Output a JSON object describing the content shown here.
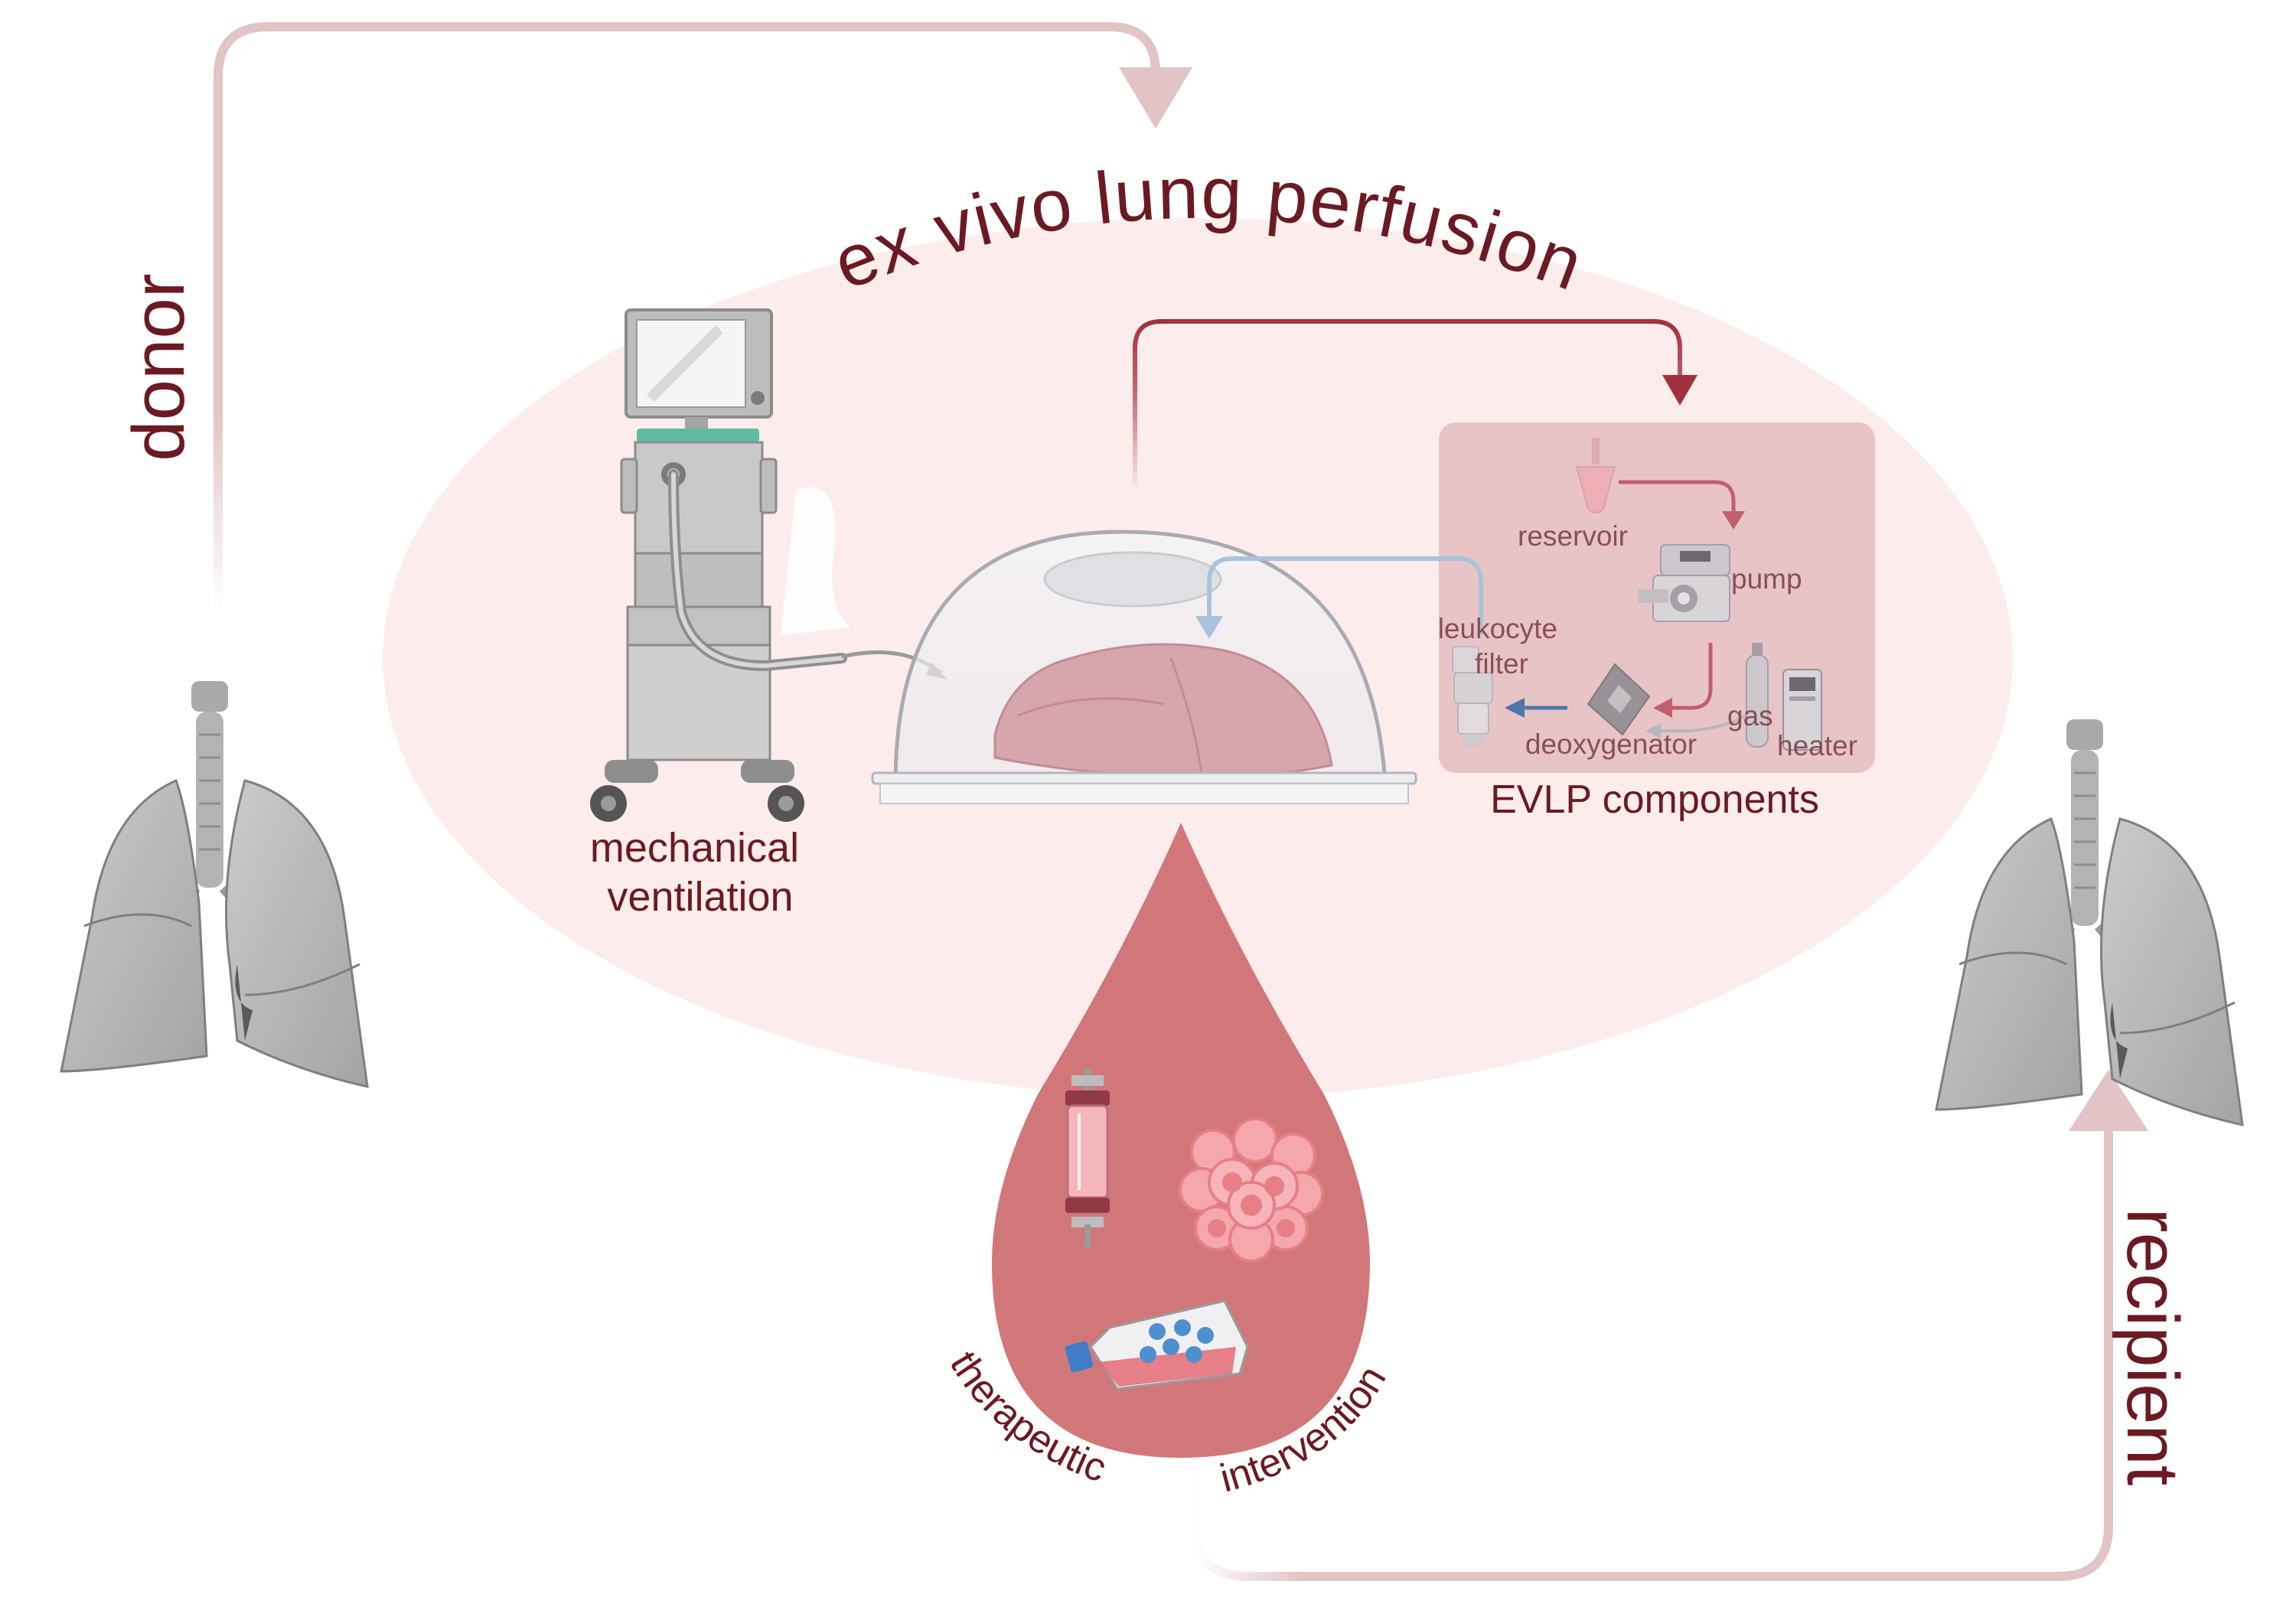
{
  "title": "ex vivo lung perfusion",
  "labels": {
    "donor": "donor",
    "recipient": "recipient",
    "mechanical_ventilation_line1": "mechanical",
    "mechanical_ventilation_line2": "ventilation",
    "evlp_components": "EVLP components",
    "therapeutic": "therapeutic",
    "intervention": "intervention"
  },
  "components": {
    "reservoir": "reservoir",
    "pump": "pump",
    "leukocyte_line1": "leukocyte",
    "leukocyte_line2": "filter",
    "deoxygenator": "deoxygenator",
    "gas": "gas",
    "heater": "heater"
  },
  "colors": {
    "text_dark_red": "#6b1a22",
    "ellipse_fill": "#fdecec",
    "panel_fill": "#e8c4c7",
    "flow_arrow": "#e2c3c6",
    "arterial_arrow": "#a1313d",
    "venous_arrow": "#8fb2cf",
    "drop_fill": "#d27779",
    "lung_gray": "#b9b9b9"
  },
  "icons": [
    "ventilator-icon",
    "dome-icon",
    "lung-icon",
    "reservoir-icon",
    "pump-icon",
    "filter-icon",
    "deoxygenator-icon",
    "gas-cylinder-icon",
    "heater-icon",
    "blood-drop-icon",
    "bioreactor-icon",
    "cell-cluster-icon",
    "culture-flask-icon"
  ]
}
